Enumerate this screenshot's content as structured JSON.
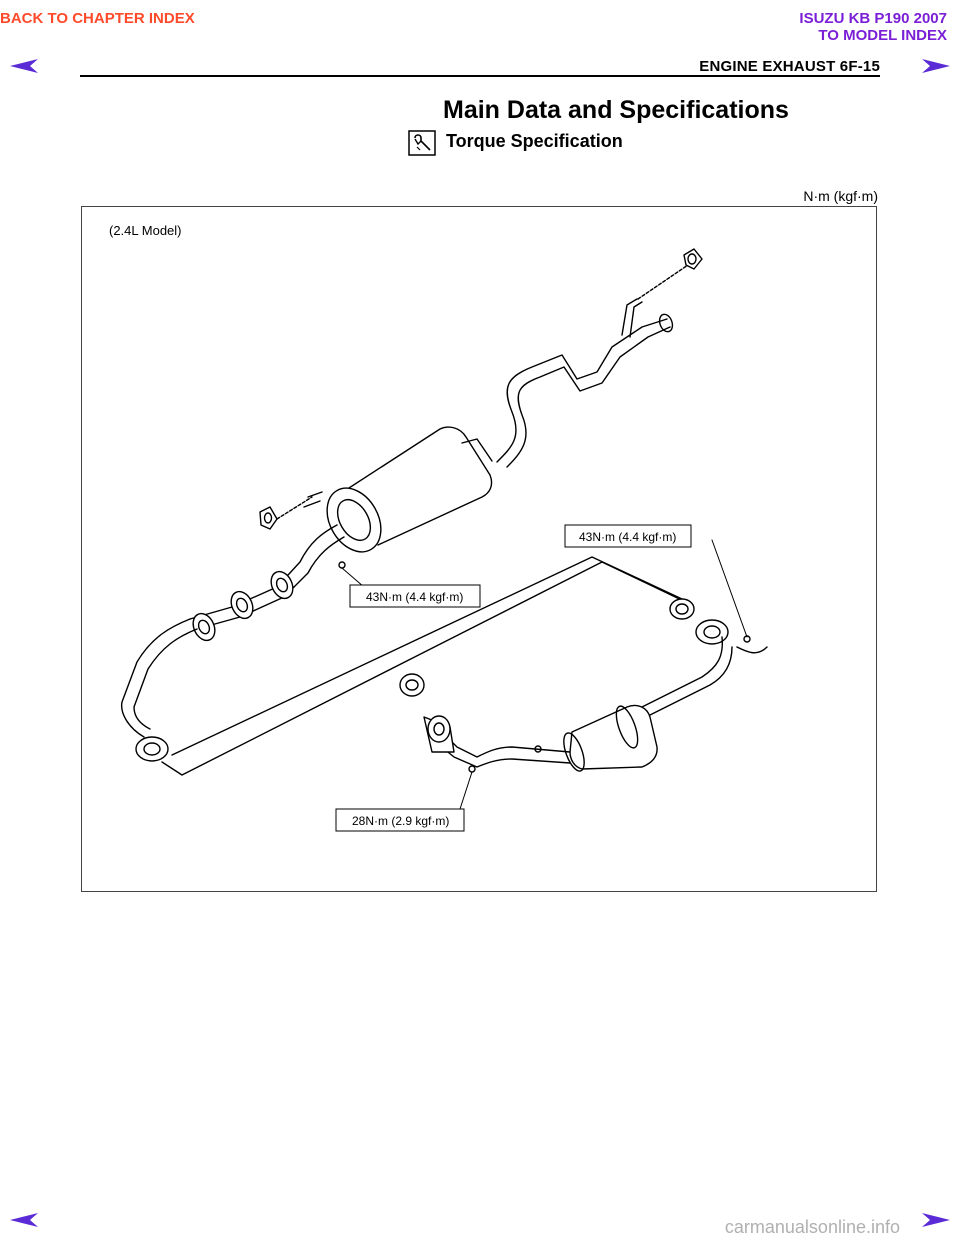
{
  "nav": {
    "back_to_chapter": "BACK TO CHAPTER INDEX",
    "model_title": "ISUZU KB P190 2007",
    "to_model_index": "TO MODEL INDEX"
  },
  "header": {
    "section": "ENGINE EXHAUST  6F-15"
  },
  "main": {
    "title": "Main Data and Specifications",
    "subtitle": "Torque Specification",
    "unit": "N·m (kgf·m)"
  },
  "figure": {
    "model_label": "(2.4L Model)",
    "callouts": {
      "rear_flange": "43N·m (4.4 kgf·m)",
      "front_flange": "43N·m (4.4 kgf·m)",
      "manifold": "28N·m (2.9 kgf·m)"
    }
  },
  "footer": {
    "watermark": "carmanualsonline.info"
  },
  "colors": {
    "back_link": "#ff4a2b",
    "model_link": "#7a1fd6",
    "arrow": "#5b2bd6"
  },
  "icons": [
    "prev-arrow-icon",
    "next-arrow-icon",
    "torque-wrench-icon"
  ]
}
